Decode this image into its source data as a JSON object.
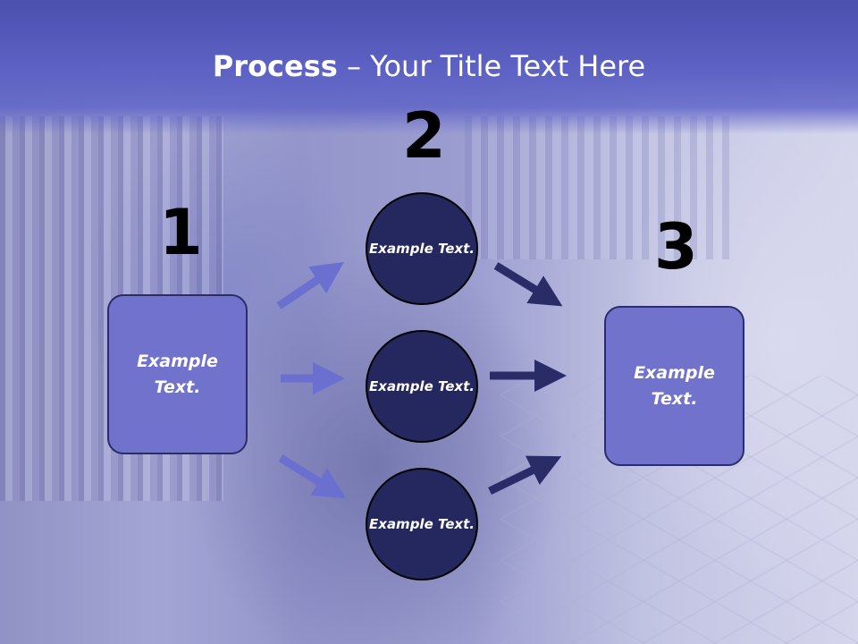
{
  "slide": {
    "title_bold": "Process",
    "title_rest": " – Your Title Text Here"
  },
  "steps": {
    "one": "1",
    "two": "2",
    "three": "3"
  },
  "left_box": {
    "text": "Example Text."
  },
  "right_box": {
    "text": "Example Text."
  },
  "circles": [
    {
      "text": "Example Text."
    },
    {
      "text": "Example Text."
    },
    {
      "text": "Example Text."
    }
  ],
  "colors": {
    "header": "#5c61c3",
    "box_fill": "#7072cc",
    "circle_fill": "#25285e",
    "arrow_light": "#6a6fd0",
    "arrow_dark": "#2a2c68"
  }
}
